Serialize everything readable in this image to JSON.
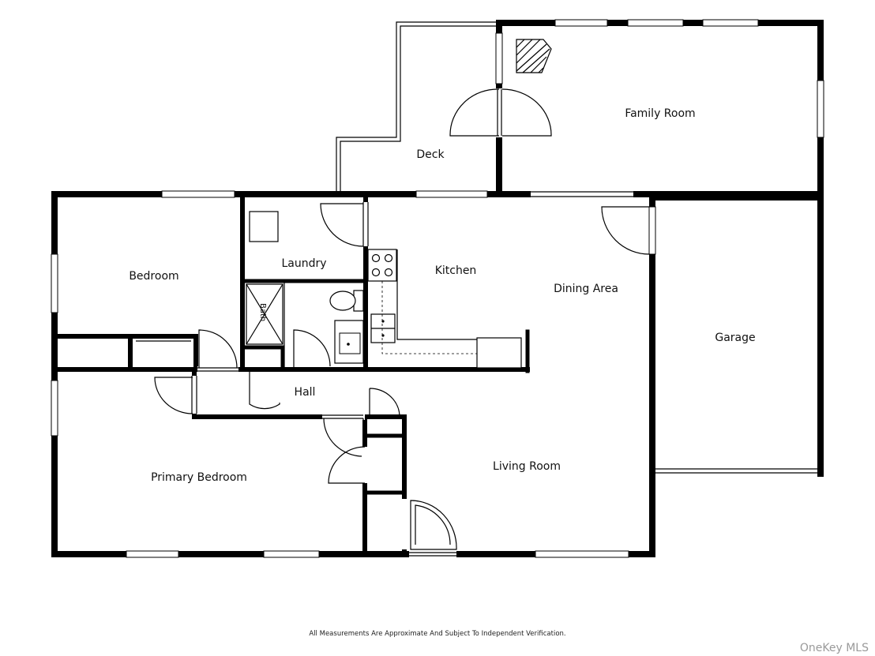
{
  "rooms": {
    "family_room": "Family Room",
    "deck": "Deck",
    "laundry": "Laundry",
    "bedroom": "Bedroom",
    "kitchen": "Kitchen",
    "dining_area": "Dining Area",
    "garage": "Garage",
    "bath": "Bath",
    "hall": "Hall",
    "primary_bedroom": "Primary Bedroom",
    "living_room": "Living Room"
  },
  "disclaimer": "All Measurements Are Approximate And Subject To Independent Verification.",
  "watermark": "OneKey MLS",
  "colors": {
    "wall": "#000000",
    "background": "#ffffff",
    "watermark": "#9a9a9a"
  }
}
